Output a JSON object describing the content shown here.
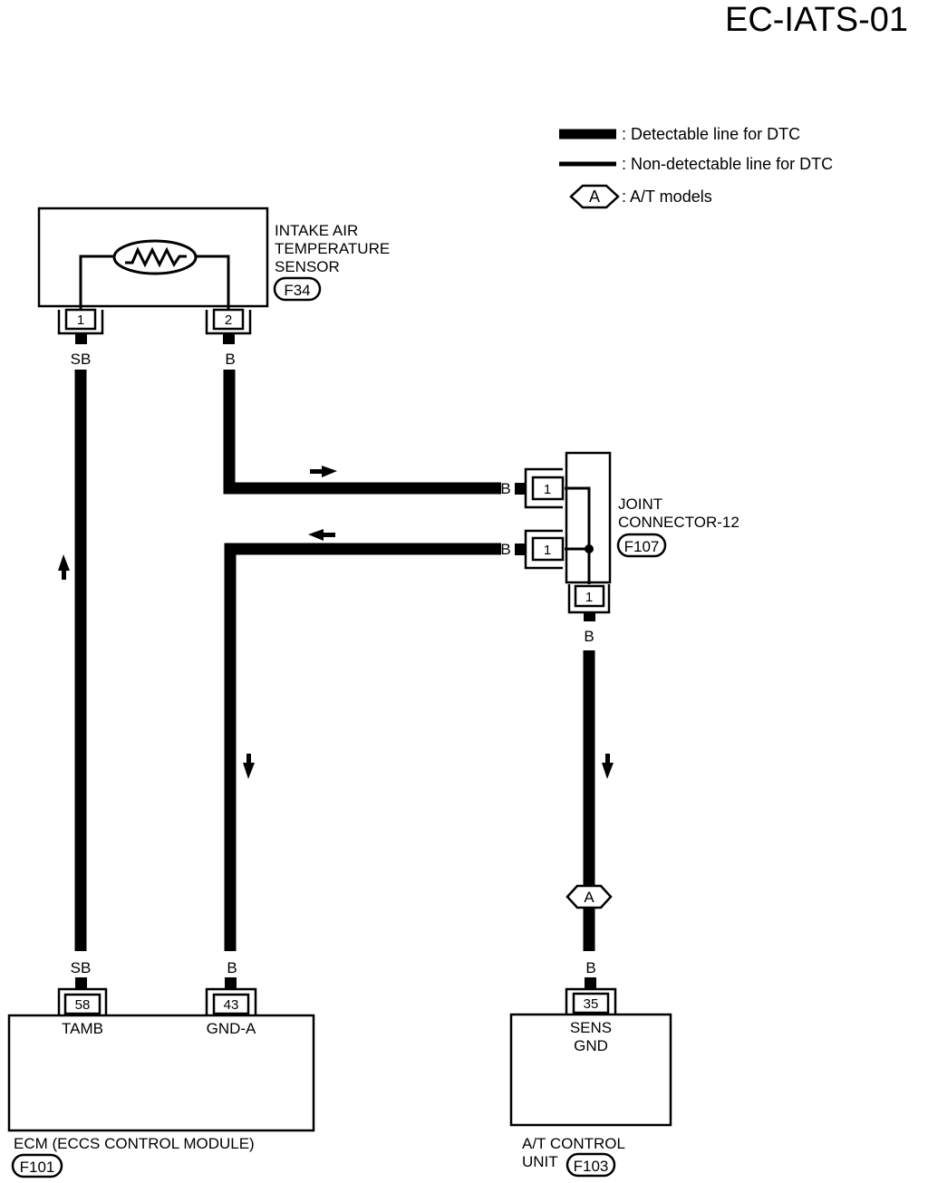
{
  "page_id": "EC-IATS-01",
  "legend": {
    "detectable": ": Detectable line for DTC",
    "non_detectable": ": Non-detectable line for DTC",
    "models_tag": "A",
    "models": ": A/T models"
  },
  "sensor": {
    "line1": "INTAKE AIR",
    "line2": "TEMPERATURE",
    "line3": "SENSOR",
    "connector": "F34",
    "pin1": "1",
    "pin2": "2",
    "wire1": "SB",
    "wire2": "B"
  },
  "joint": {
    "line1": "JOINT",
    "line2": "CONNECTOR-12",
    "connector": "F107",
    "pin_top": "1",
    "pin_mid": "1",
    "pin_bottom": "1",
    "wire_top": "B",
    "wire_mid": "B",
    "wire_bottom": "B"
  },
  "ecm": {
    "label": "ECM (ECCS CONTROL MODULE)",
    "connector": "F101",
    "pin58": "58",
    "pin43": "43",
    "term58": "TAMB",
    "term43": "GND-A",
    "wire58": "SB",
    "wire43": "B"
  },
  "tcm": {
    "line1": "A/T CONTROL",
    "line2": "UNIT",
    "connector": "F103",
    "pin35": "35",
    "term_line1": "SENS",
    "term_line2": "GND",
    "wire35": "B",
    "tag": "A"
  }
}
